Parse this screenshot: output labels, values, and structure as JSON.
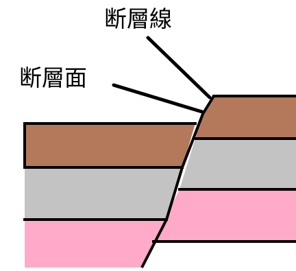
{
  "labels": {
    "fault_line": "断層線",
    "fault_plane": "断層面"
  },
  "layers": [
    {
      "name": "top",
      "color": "#b4785a"
    },
    {
      "name": "middle",
      "color": "#c3c3c3"
    },
    {
      "name": "bottom",
      "color": "#ffaac8"
    }
  ],
  "line_color": "#000000",
  "background": "#ffffff"
}
